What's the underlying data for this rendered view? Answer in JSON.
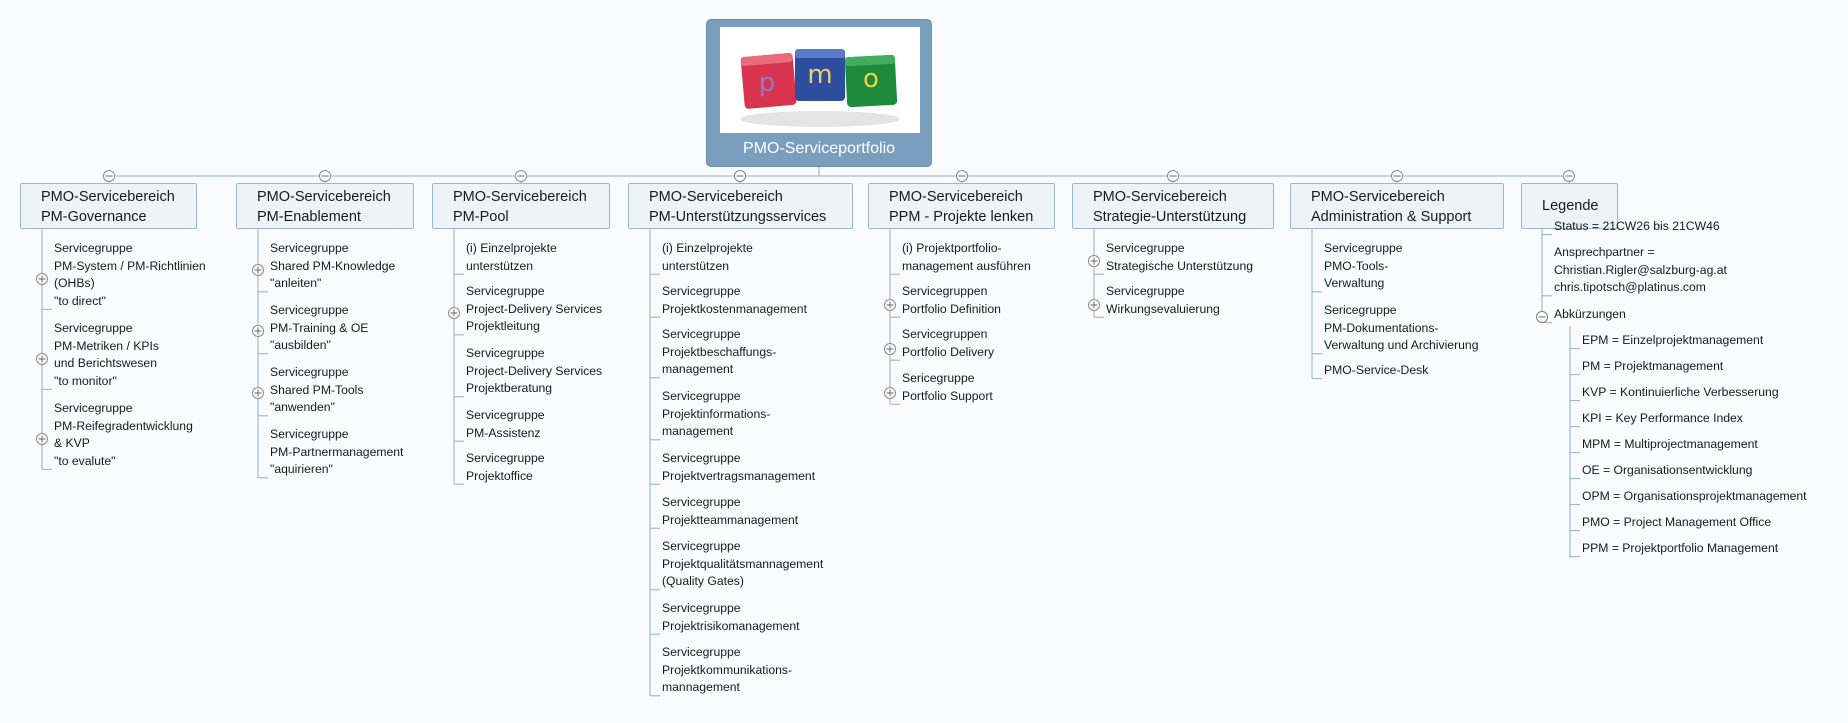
{
  "root": {
    "title": "PMO-Serviceportfolio",
    "image_letters": [
      "p",
      "m",
      "o"
    ]
  },
  "categories": [
    {
      "lines": [
        "PMO-Servicebereich",
        "PM-Governance"
      ]
    },
    {
      "lines": [
        "PMO-Servicebereich",
        "PM-Enablement"
      ]
    },
    {
      "lines": [
        "PMO-Servicebereich",
        "PM-Pool"
      ]
    },
    {
      "lines": [
        "PMO-Servicebereich",
        "PM-Unterstützungsservices"
      ]
    },
    {
      "lines": [
        "PMO-Servicebereich",
        "PPM - Projekte lenken"
      ]
    },
    {
      "lines": [
        "PMO-Servicebereich",
        "Strategie-Unterstützung"
      ]
    },
    {
      "lines": [
        "PMO-Servicebereich",
        "Administration & Support"
      ]
    },
    {
      "lines": [
        "Legende"
      ]
    }
  ],
  "leaves": [
    {
      "lines": [
        "Servicegruppe",
        "PM-System / PM-Richtlinien",
        "(OHBs)",
        "\"to direct\""
      ]
    },
    {
      "lines": [
        "Servicegruppe",
        "PM-Metriken / KPIs",
        "und Berichtswesen",
        "\"to monitor\""
      ]
    },
    {
      "lines": [
        "Servicegruppe",
        "PM-Reifegradentwicklung",
        "& KVP",
        "\"to evalute\""
      ]
    },
    {
      "lines": [
        "Servicegruppe",
        "Shared PM-Knowledge",
        "\"anleiten\""
      ]
    },
    {
      "lines": [
        "Servicegruppe",
        "PM-Training & OE",
        "\"ausbilden\""
      ]
    },
    {
      "lines": [
        "Servicegruppe",
        "Shared PM-Tools",
        "\"anwenden\""
      ]
    },
    {
      "lines": [
        "Servicegruppe",
        "PM-Partnermanagement",
        "\"aquirieren\""
      ]
    },
    {
      "lines": [
        "(i) Einzelprojekte",
        "unterstützen"
      ]
    },
    {
      "lines": [
        "Servicegruppe",
        "Project-Delivery Services",
        "Projektleitung"
      ]
    },
    {
      "lines": [
        "Servicegruppe",
        "Project-Delivery Services",
        "Projektberatung"
      ]
    },
    {
      "lines": [
        "Servicegruppe",
        "PM-Assistenz"
      ]
    },
    {
      "lines": [
        "Servicegruppe",
        "Projektoffice"
      ]
    },
    {
      "lines": [
        "(i) Einzelprojekte",
        "unterstützen"
      ]
    },
    {
      "lines": [
        "Servicegruppe",
        "Projektkostenmanagement"
      ]
    },
    {
      "lines": [
        "Servicegruppe",
        "Projektbeschaffungs-",
        "management"
      ]
    },
    {
      "lines": [
        "Servicegruppe",
        "Projektinformations-",
        "management"
      ]
    },
    {
      "lines": [
        "Servicegruppe",
        "Projektvertragsmanagement"
      ]
    },
    {
      "lines": [
        "Servicegruppe",
        "Projektteammanagement"
      ]
    },
    {
      "lines": [
        "Servicegruppe",
        "Projektqualitätsmannagement",
        "(Quality Gates)"
      ]
    },
    {
      "lines": [
        "Servicegruppe",
        "Projektrisikomanagement"
      ]
    },
    {
      "lines": [
        "Servicegruppe",
        "Projektkommunikations-",
        "mannagement"
      ]
    },
    {
      "lines": [
        "(i) Projektportfolio-",
        "management ausführen"
      ]
    },
    {
      "lines": [
        "Servicegruppen",
        "Portfolio Definition"
      ]
    },
    {
      "lines": [
        "Servicegruppen",
        "Portfolio Delivery"
      ]
    },
    {
      "lines": [
        "Sericegruppe",
        "Portfolio Support"
      ]
    },
    {
      "lines": [
        "Servicegruppe",
        "Strategische Unterstützung"
      ]
    },
    {
      "lines": [
        "Servicegruppe",
        "Wirkungsevaluierung"
      ]
    },
    {
      "lines": [
        "Servicegruppe",
        "PMO-Tools-",
        "Verwaltung"
      ]
    },
    {
      "lines": [
        "Sericegruppe",
        "PM-Dokumentations-",
        "Verwaltung und Archivierung"
      ]
    },
    {
      "lines": [
        "PMO-Service-Desk"
      ]
    },
    {
      "lines": [
        "Status = 21CW26 bis 21CW46"
      ]
    },
    {
      "lines": [
        "Ansprechpartner =",
        "Christian.Rigler@salzburg-ag.at",
        "chris.tipotsch@platinus.com"
      ]
    },
    {
      "lines": [
        "Abkürzungen"
      ]
    },
    {
      "lines": [
        "EPM = Einzelprojektmanagement"
      ]
    },
    {
      "lines": [
        "PM = Projektmanagement"
      ]
    },
    {
      "lines": [
        "KVP = Kontinuierliche Verbesserung"
      ]
    },
    {
      "lines": [
        "KPI = Key Performance Index"
      ]
    },
    {
      "lines": [
        "MPM = Multiprojectmanagement"
      ]
    },
    {
      "lines": [
        "OE = Organisationsentwicklung"
      ]
    },
    {
      "lines": [
        "OPM = Organisationsprojektmanagement"
      ]
    },
    {
      "lines": [
        "PMO = Project Management Office"
      ]
    },
    {
      "lines": [
        "PPM = Projektportfolio Management"
      ]
    }
  ],
  "colors": {
    "connector": "#8fb0cc",
    "root_bg": "#7a9fbe",
    "category_bg": "#eef3f8",
    "category_border": "#9bb6cf"
  }
}
